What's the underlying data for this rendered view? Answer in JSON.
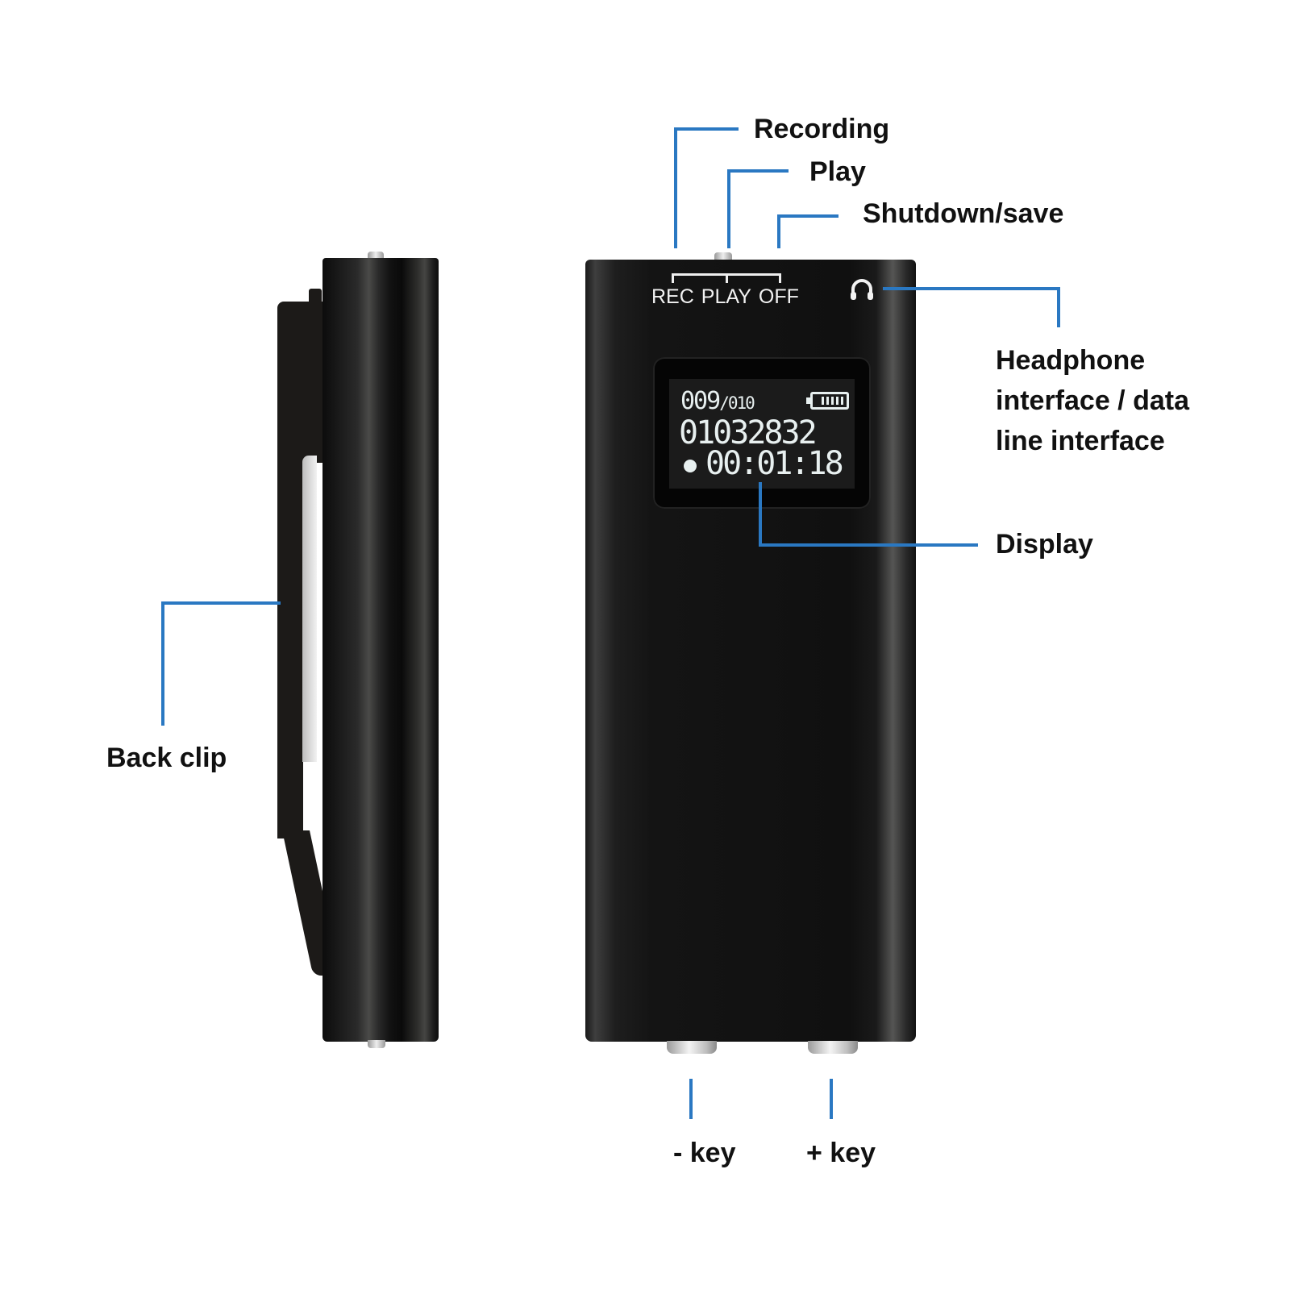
{
  "diagram": {
    "title_hidden": "Voice recorder parts diagram",
    "accent_color": "#2a78c2",
    "device": {
      "front_buttons": {
        "labels": [
          "REC",
          "PLAY",
          "OFF"
        ]
      },
      "display": {
        "track": "009",
        "track_total": "/010",
        "date": "01032832",
        "record_time": "00:01:18",
        "battery_bars": 5
      }
    },
    "callouts": {
      "recording": "Recording",
      "play": "Play",
      "shutdown_save": "Shutdown/save",
      "headphone_interface": "Headphone interface / data line interface",
      "display": "Display",
      "back_clip": "Back clip",
      "minus_key": "- key",
      "plus_key": "+ key"
    }
  }
}
